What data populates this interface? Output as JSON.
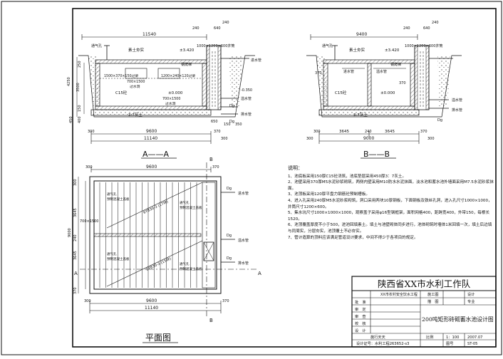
{
  "section_a": {
    "title": "A——A",
    "dims": {
      "total_width": "11540",
      "inner_width": "9600",
      "bottom_width": "11140",
      "wall_left": "300",
      "wall_right": "370",
      "top_240": "240",
      "top_640": "640",
      "top_240b": "240",
      "height_4250": "4250",
      "height_3500": "3500",
      "height_250": "250",
      "height_400": "400",
      "height_150": "150",
      "height_450": "450",
      "pipe_650": "650",
      "pipe_350": "350",
      "pipe_150": "150",
      "right_300": "300"
    },
    "labels": {
      "vent_pipe": "通气孔",
      "backfill": "素土夯实",
      "level_top": "±3.420",
      "ladder": "钢爬梯",
      "manhole": "1000×1200×600井筒",
      "inlet_pipe": "进水管",
      "beam1": "1500×370×150过梁",
      "beam2": "1200×240×120过梁",
      "opening1": "700×1500",
      "opening1_sub": "过水洞",
      "opening2": "700×1500",
      "opening2_sub": "过水洞",
      "concrete": "C15砼",
      "level_zero": "±0.000",
      "lime_soil": "3:7灰土",
      "overflow": "溢水管",
      "drain": "排水管",
      "level_neg": "-0.350",
      "dg1": "Dg",
      "dg2": "Dg",
      "slope": "100"
    }
  },
  "section_b": {
    "title": "B——B",
    "dims": {
      "total_width": "9400",
      "top_240": "240",
      "top_640": "640",
      "top_240b": "240",
      "bottom_300": "300",
      "bottom_3645": "3645",
      "bottom_240": "240",
      "bottom_3645b": "3645",
      "bottom_370": "370",
      "inner_9000": "9000",
      "right_300": "300",
      "side_300": "300"
    },
    "labels": {
      "vent_pipe": "通气孔",
      "backfill": "素土夯实",
      "level_top": "±3.420",
      "ladder": "钢爬梯",
      "manhole": "1000×1200×600井筒",
      "inlet_pipe": "进水管",
      "inlet_pipe2": "溢水管",
      "concrete": "C15砼",
      "level_zero": "±0.000",
      "lime_soil": "3:7灰土",
      "overflow": "溢水管",
      "drain": "排水管",
      "wall_370": "370",
      "wall_370b": "370",
      "dg": "Dg"
    }
  },
  "plan": {
    "title": "平面图",
    "marker_a_left": "A",
    "marker_a_right": "A",
    "marker_b_top": "B",
    "marker_b_bottom": "B",
    "dims": {
      "top_300": "300",
      "top_9600": "9600",
      "top_370": "370",
      "left_300": "300",
      "left_3645": "3645",
      "left_240": "240",
      "left_3645b": "3645",
      "left_370": "370",
      "left_9000": "9000",
      "mid_700_1500": "700×1500",
      "bottom_300": "300",
      "bottom_9600": "9600",
      "bottom_370": "370",
      "bottom_11140": "11140"
    },
    "labels": {
      "rebar1": "6YB30-3 (17块)",
      "rebar2": "6YB30-3 (15块)",
      "vent1": "通气孔",
      "vent1_sub": "预制混凝土盖板",
      "vent2": "通气孔",
      "vent2_sub": "预制混凝土盖板",
      "vent3": "通气孔",
      "vent3_sub": "预制混凝土盖板",
      "vent4": "通气孔",
      "vent4_sub": "预制混凝土盖板",
      "inlet": "进水管",
      "overflow": "溢水管",
      "drain": "排水管",
      "dg1": "Dg",
      "dg2": "Dg",
      "dg3": "Dg"
    }
  },
  "notes": {
    "heading": "说明：",
    "items": [
      "1、池底板采用150厚C15砼浇筑，池底垫层采用450厚3：7灰土。",
      "2、池壁采用370厚M5水泥砂浆砌筑，两侧内壁采用M10防水水泥抹面，淡水池和蓄水池外墙面采用M7.5水泥砂浆抹面。",
      "3、池顶板采用120厚平盘力钢筋砼预制槽板。",
      "4、进入孔采用240厚M5水泥砂浆砌筑，洞口采用两块10厚钢板，下面钢板及铁丝孔洞，进入孔尺寸1000×1000，井筒尺寸1200×600。",
      "5、集水坑尺寸1000×1000×1000，观察盖子采用φ16型钢框架，面积网格400，距跨宽400，外带150，每根长1520。",
      "6、池顶覆盖厚度不小于500，进池回填素土。填土与池壁砌体同步进行，池体砌筑时墙体1米回填一次，填土后边填与同周实，分层夯实，池顶覆土不必夯实。",
      "7、管计造算的顶料应该满足管道设计要求，中间不得少于各项目的规定。"
    ]
  },
  "title_block": {
    "org": "陕西省XX市水利工作队",
    "project": "XX市农村安全饮水工程",
    "drawing": "200吨矩形砖砌蓄水池设计图",
    "rows_left": [
      "批　准",
      "审　定",
      "审　查",
      "校　核",
      "设　计"
    ],
    "rows_mid": [
      "施工图",
      "设计",
      "",
      "",
      ""
    ],
    "rows_right_labels": [
      "设计",
      "专业"
    ],
    "check_label": "描　图",
    "design_unit_label": "施行天天",
    "ratio_label": "比例",
    "ratio": "1：100",
    "date_label": "日期",
    "date": "2007.07",
    "drawing_no_label": "设计证号：水利工程263652-s3",
    "drawing_no": "图号",
    "sheet_no": "ST-05"
  }
}
